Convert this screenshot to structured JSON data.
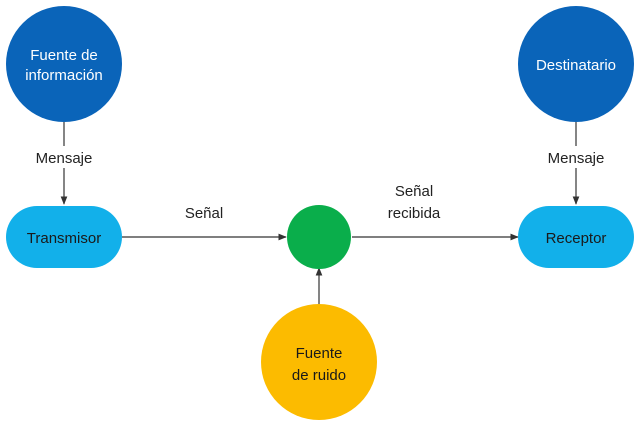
{
  "colors": {
    "source_node": "#0a64b9",
    "pill_node": "#12b0ea",
    "channel_node": "#0aae4b",
    "noise_node": "#fcbb00",
    "edge": "#333333"
  },
  "nodes": {
    "information_source": {
      "line1": "Fuente de",
      "line2": "información"
    },
    "destination": {
      "label": "Destinatario"
    },
    "transmitter": {
      "label": "Transmisor"
    },
    "receiver": {
      "label": "Receptor"
    },
    "noise_source": {
      "line1": "Fuente",
      "line2": "de ruido"
    }
  },
  "edges": {
    "message_left": "Mensaje",
    "message_right": "Mensaje",
    "signal": "Señal",
    "received_signal_line1": "Señal",
    "received_signal_line2": "recibida"
  }
}
